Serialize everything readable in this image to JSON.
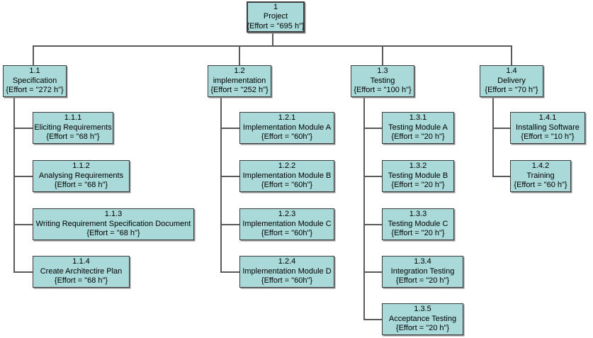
{
  "diagram_type": "work-breakdown-structure-tree",
  "colors": {
    "node_fill": "#a9d9d9",
    "node_border": "#3d3d3d",
    "connector": "#595959",
    "background": "#ffffff",
    "text": "#000000"
  },
  "hierarchy": {
    "1": [
      "1.1",
      "1.2",
      "1.3",
      "1.4"
    ],
    "1.1": [
      "1.1.1",
      "1.1.2",
      "1.1.3",
      "1.1.4"
    ],
    "1.2": [
      "1.2.1",
      "1.2.2",
      "1.2.3",
      "1.2.4"
    ],
    "1.3": [
      "1.3.1",
      "1.3.2",
      "1.3.3",
      "1.3.4",
      "1.3.5"
    ],
    "1.4": [
      "1.4.1",
      "1.4.2"
    ]
  },
  "nodes": {
    "n1": {
      "num": "1",
      "name": "Project",
      "effort": "{Effort = \"695 h\"}"
    },
    "n1_1": {
      "num": "1.1",
      "name": "Specification",
      "effort": "{Effort = \"272 h\"}"
    },
    "n1_2": {
      "num": "1.2",
      "name": "implementation",
      "effort": "{Effort = \"252 h\"}"
    },
    "n1_3": {
      "num": "1.3",
      "name": "Testing",
      "effort": "{Effort = \"100 h\"}"
    },
    "n1_4": {
      "num": "1.4",
      "name": "Delivery",
      "effort": "{Effort = \"70 h\"}"
    },
    "n1_1_1": {
      "num": "1.1.1",
      "name": "Eliciting Requirements",
      "effort": "{Effort = \"68 h\"}"
    },
    "n1_1_2": {
      "num": "1.1.2",
      "name": "Analysing Requirements",
      "effort": "{Effort = \"68 h\"}"
    },
    "n1_1_3": {
      "num": "1.1.3",
      "name": "Writing Requirement Specification Document",
      "effort": "{Effort = \"68 h\"}"
    },
    "n1_1_4": {
      "num": "1.1.4",
      "name": "Create Architectire Plan",
      "effort": "{Effort = \"68 h\"}"
    },
    "n1_2_1": {
      "num": "1.2.1",
      "name": "Implementation Module A",
      "effort": "{Effort = \"60h\"}"
    },
    "n1_2_2": {
      "num": "1.2.2",
      "name": "Implementation Module B",
      "effort": "{Effort = \"60h\"}"
    },
    "n1_2_3": {
      "num": "1.2.3",
      "name": "Implementation Module C",
      "effort": "{Effort = \"60h\"}"
    },
    "n1_2_4": {
      "num": "1.2.4",
      "name": "Implementation Module D",
      "effort": "{Effort = \"60h\"}"
    },
    "n1_3_1": {
      "num": "1.3.1",
      "name": "Testing Module A",
      "effort": "{Effort = \"20 h\"}"
    },
    "n1_3_2": {
      "num": "1.3.2",
      "name": "Testing Module B",
      "effort": "{Effort = \"20 h\"}"
    },
    "n1_3_3": {
      "num": "1.3.3",
      "name": "Testing Module C",
      "effort": "{Effort = \"20 h\"}"
    },
    "n1_3_4": {
      "num": "1.3.4",
      "name": "Integration Testing",
      "effort": "{Effort = \"20 h\"}"
    },
    "n1_3_5": {
      "num": "1.3.5",
      "name": "Acceptance Testing",
      "effort": "{Effort = \"20 h\"}"
    },
    "n1_4_1": {
      "num": "1.4.1",
      "name": "Installing Software",
      "effort": "{Effort = \"10 h\"}"
    },
    "n1_4_2": {
      "num": "1.4.2",
      "name": "Training",
      "effort": "{Effort = \"60 h\"}"
    }
  }
}
